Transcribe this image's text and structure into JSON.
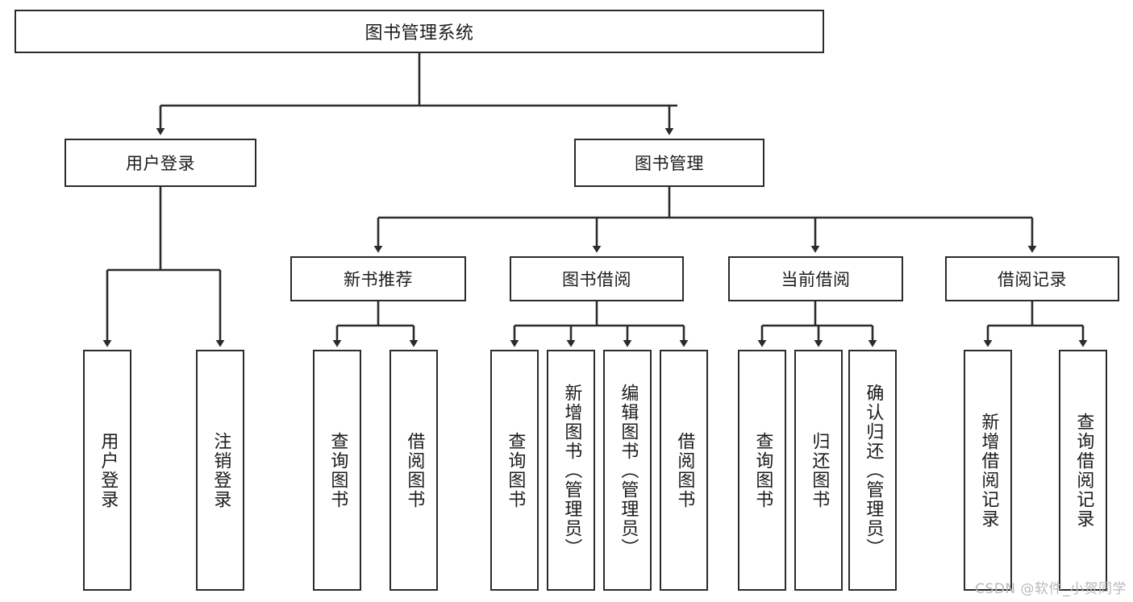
{
  "diagram": {
    "title": "图书管理系统",
    "type": "tree",
    "watermark": "CSDN @软件_小贺同学",
    "colors": {
      "stroke": "#2b2b2b",
      "fill": "#ffffff",
      "text": "#1c1c1c",
      "watermark": "#b9b9b9"
    },
    "root": {
      "label": "图书管理系统"
    },
    "level1": [
      {
        "label": "用户登录"
      },
      {
        "label": "图书管理"
      }
    ],
    "level2": [
      {
        "label": "新书推荐"
      },
      {
        "label": "图书借阅"
      },
      {
        "label": "当前借阅"
      },
      {
        "label": "借阅记录"
      }
    ],
    "leaves": {
      "user_login": [
        {
          "label": "用户登录"
        },
        {
          "label": "注销登录"
        }
      ],
      "new_book_recommend": [
        {
          "label": "查询图书"
        },
        {
          "label": "借阅图书"
        }
      ],
      "book_borrow": [
        {
          "label": "查询图书"
        },
        {
          "label": "新增图书（管理员）"
        },
        {
          "label": "编辑图书（管理员）"
        },
        {
          "label": "借阅图书"
        }
      ],
      "current_borrow": [
        {
          "label": "查询图书"
        },
        {
          "label": "归还图书"
        },
        {
          "label": "确认归还（管理员）"
        }
      ],
      "borrow_records": [
        {
          "label": "新增借阅记录"
        },
        {
          "label": "查询借阅记录"
        }
      ]
    }
  }
}
